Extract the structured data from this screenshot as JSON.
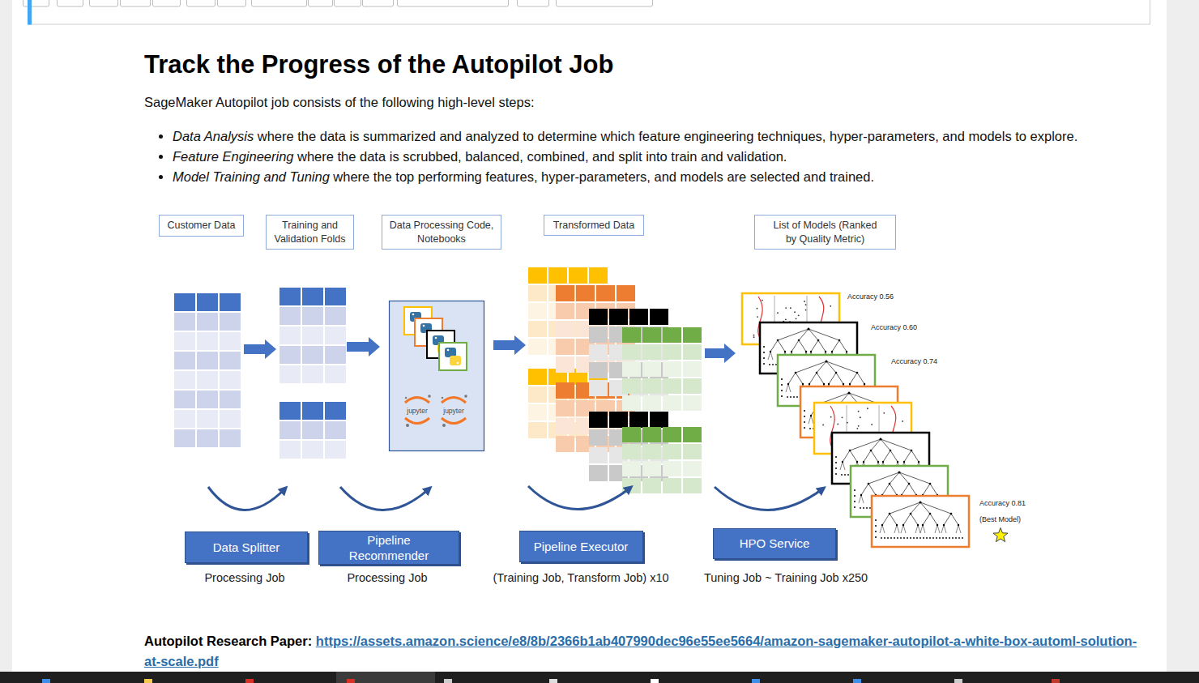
{
  "diagram": {
    "title": "Track the Progress of the Autopilot Job",
    "nodes": [
      {
        "text": [
          "Customer Data"
        ]
      },
      {
        "text": [
          "Training and Validation Folds"
        ]
      },
      {
        "text": [
          "Data Processing Code, Notebooks"
        ]
      },
      {
        "text": [
          "Transformed Data"
        ]
      },
      {
        "text": [
          "List of Models (Ranked by Quality Metric)"
        ]
      },
      {
        "text": [
          "Data Splitter"
        ]
      },
      {
        "text": [
          "Pipeline Recommender"
        ]
      },
      {
        "text": [
          "Pipeline Executor"
        ]
      },
      {
        "text": [
          "HPO Service"
        ]
      }
    ],
    "labels": [
      "SageMaker Autopilot job consists of the following high-level steps:",
      "Data Analysis",
      "where the data is summarized and analyzed to determine which feature engineering techniques, hyper-parameters, and models to explore.",
      "Feature Engineering",
      "where the data is scrubbed, balanced, combined, and split into train and validation.",
      "Model Training and Tuning",
      "where the top performing features, hyper-parameters, and models are selected and trained.",
      "jupyter",
      "jupyter",
      "Accuracy 0.56",
      "Accuracy 0.60",
      "Accuracy 0.74",
      "Accuracy 0.81",
      "(Best Model)",
      "Processing Job",
      "Processing Job",
      "(Training Job, Transform Job) x10",
      "Tuning Job ~ Training Job x250",
      "Autopilot Research Paper:",
      "https://assets.amazon.science/e8/8b/2366b1ab407990dec96e55ee5664/amazon-sagemaker-autopilot-a-white-box-automl-solution-at-scale.pdf"
    ]
  }
}
